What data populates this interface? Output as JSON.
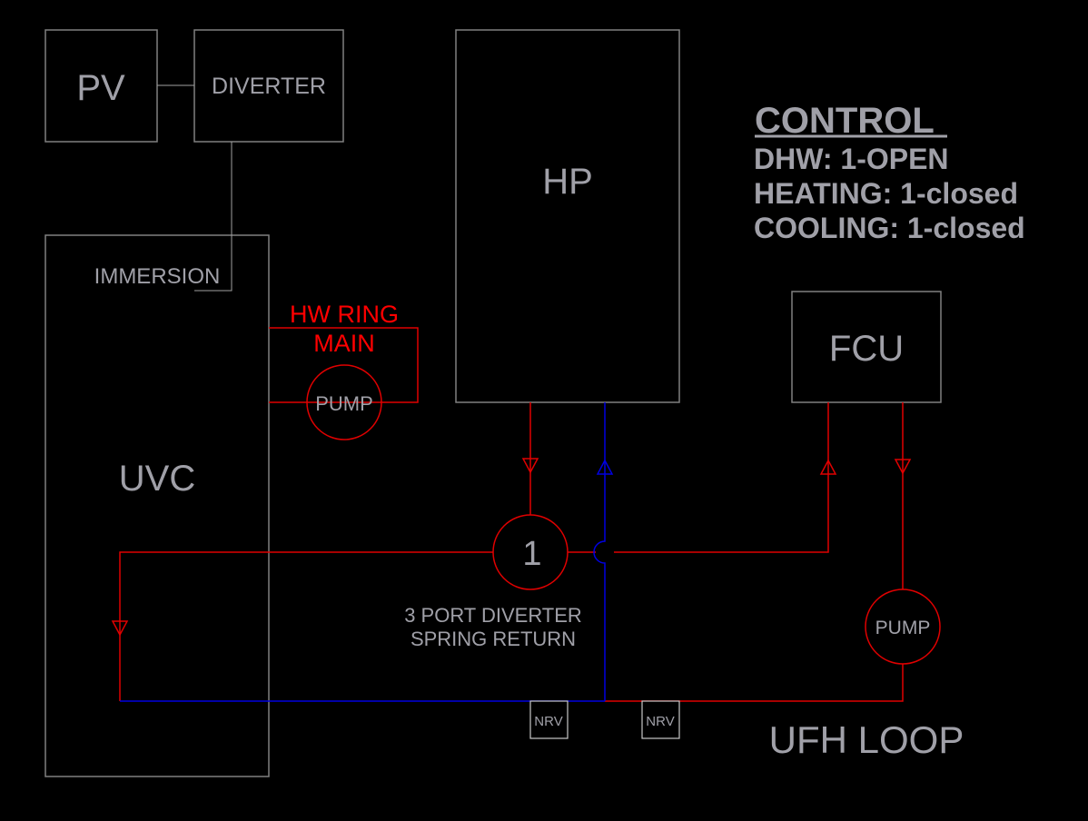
{
  "components": {
    "pv": "PV",
    "diverter": "DIVERTER",
    "immersion": "IMMERSION",
    "uvc": "UVC",
    "hp": "HP",
    "fcu": "FCU",
    "hw_ring_main_line1": "HW RING",
    "hw_ring_main_line2": "MAIN",
    "ring_pump": "PUMP",
    "ufh_pump": "PUMP",
    "valve_number": "1",
    "valve_label_line1": "3 PORT DIVERTER",
    "valve_label_line2": "SPRING RETURN",
    "nrv_left": "NRV",
    "nrv_right": "NRV",
    "ufh_loop": "UFH LOOP"
  },
  "control": {
    "title": "CONTROL",
    "lines": [
      "DHW: 1-OPEN",
      "HEATING: 1-closed",
      "COOLING: 1-closed"
    ]
  },
  "colors": {
    "flow": "#e00000",
    "return": "#0000e0",
    "outline": "#808080",
    "text": "#a0a0a8"
  }
}
